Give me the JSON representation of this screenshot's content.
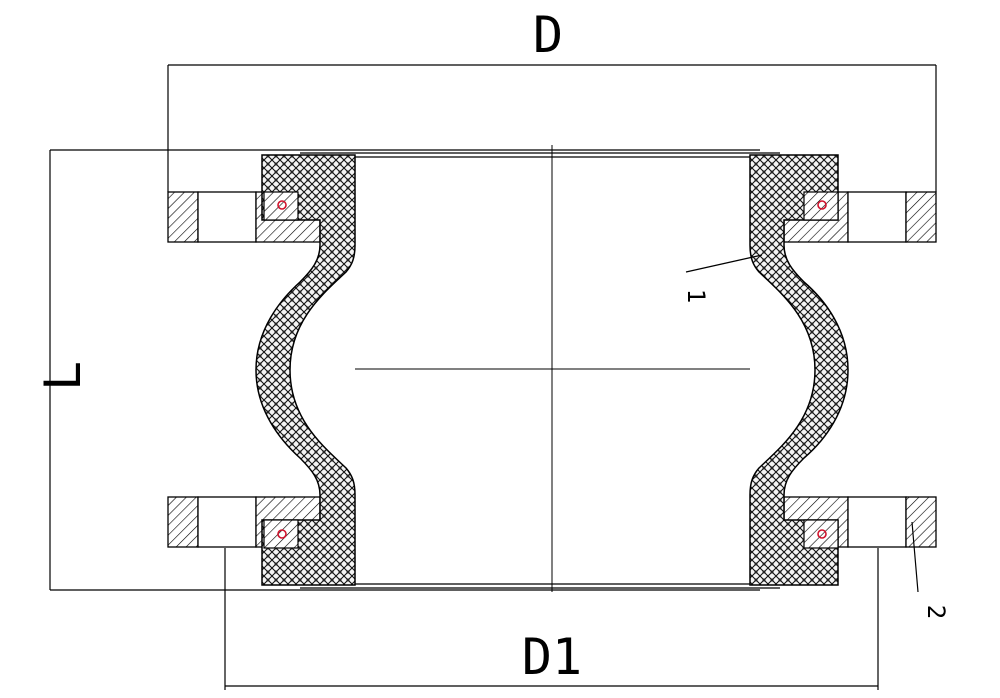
{
  "labels": {
    "D": "D",
    "D1": "D1",
    "L": "L",
    "callout_1": "1",
    "callout_2": "2"
  },
  "colors": {
    "line": "#000000",
    "bead": "#d0112b",
    "background": "#ffffff"
  }
}
